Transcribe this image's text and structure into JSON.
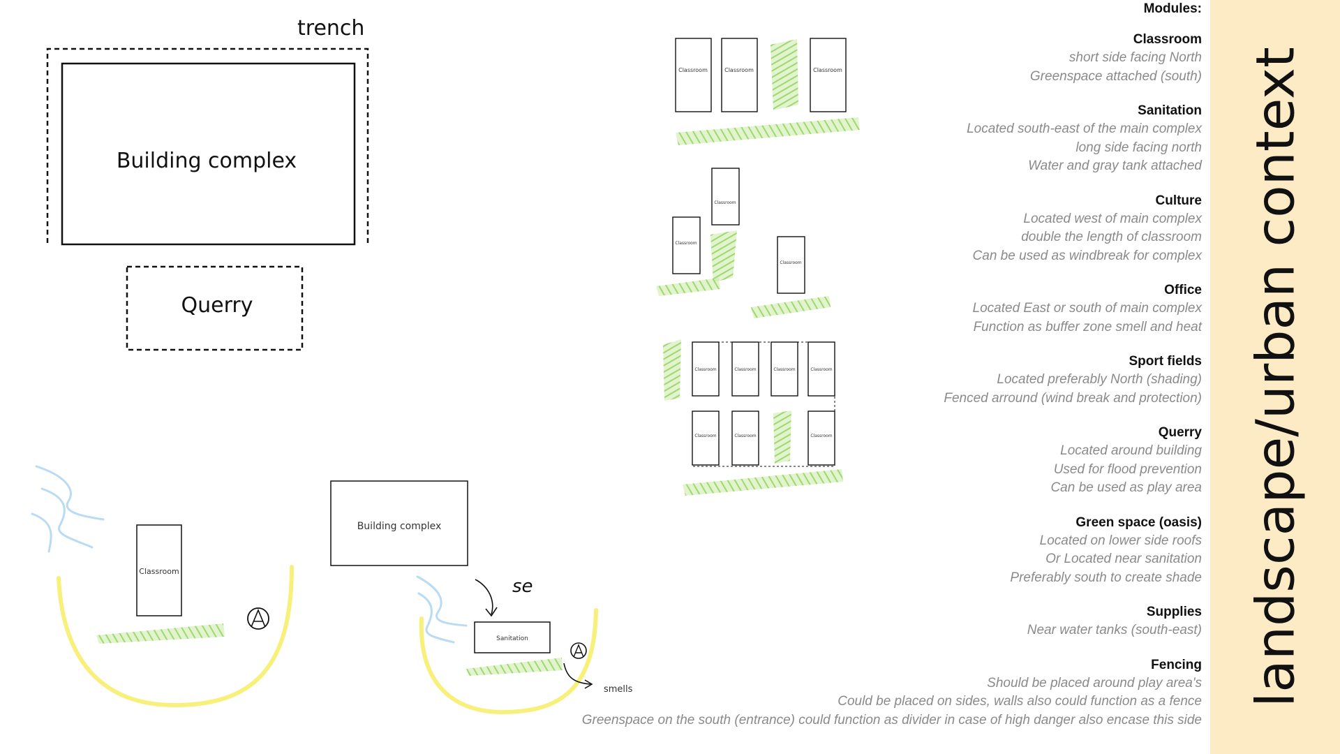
{
  "sketch": {
    "trench_label": "trench",
    "building_label": "Building complex",
    "querry_label": "Querry",
    "small_building_label": "Building complex",
    "classroom_label": "Classroom",
    "sanitation_label": "Sanitation",
    "se_label": "se",
    "smells_label": "smells",
    "cluster_classroom_label": "Classroom"
  },
  "modules": {
    "heading": "Modules:",
    "items": [
      {
        "title": "Classroom",
        "lines": [
          "short side facing North",
          "Greenspace attached (south)"
        ]
      },
      {
        "title": "Sanitation",
        "lines": [
          "Located south-east of the main complex",
          "long side facing north",
          "Water and gray tank attached"
        ]
      },
      {
        "title": "Culture",
        "lines": [
          "Located west of main complex",
          "double the length of classroom",
          "Can be used as windbreak for complex"
        ]
      },
      {
        "title": "Office",
        "lines": [
          "Located East or south of main complex",
          "Function as buffer zone smell and heat"
        ]
      },
      {
        "title": "Sport fields",
        "lines": [
          "Located preferably North (shading)",
          "Fenced arround (wind break and protection)"
        ]
      },
      {
        "title": "Querry",
        "lines": [
          "Located around building",
          "Used for flood prevention",
          "Can be used as play area"
        ]
      },
      {
        "title": "Green space (oasis)",
        "lines": [
          "Located on lower side roofs",
          "Or Located near sanitation",
          "Preferably south to create shade"
        ]
      },
      {
        "title": "Supplies",
        "lines": [
          "Near water tanks (south-east)"
        ]
      },
      {
        "title": "Fencing",
        "lines": [
          "Should be placed around play area's",
          "Could be placed on sides, walls also could function as a fence",
          "Greenspace on the south (entrance) could function as divider in case of high danger also encase this side"
        ]
      }
    ]
  },
  "side_title": "landscape/urban context",
  "colors": {
    "side_band": "#fdebc5",
    "green_hatch": "#9fd86b",
    "yellow_curve": "#f7f07a",
    "wind_lines": "#b9dbf3"
  }
}
